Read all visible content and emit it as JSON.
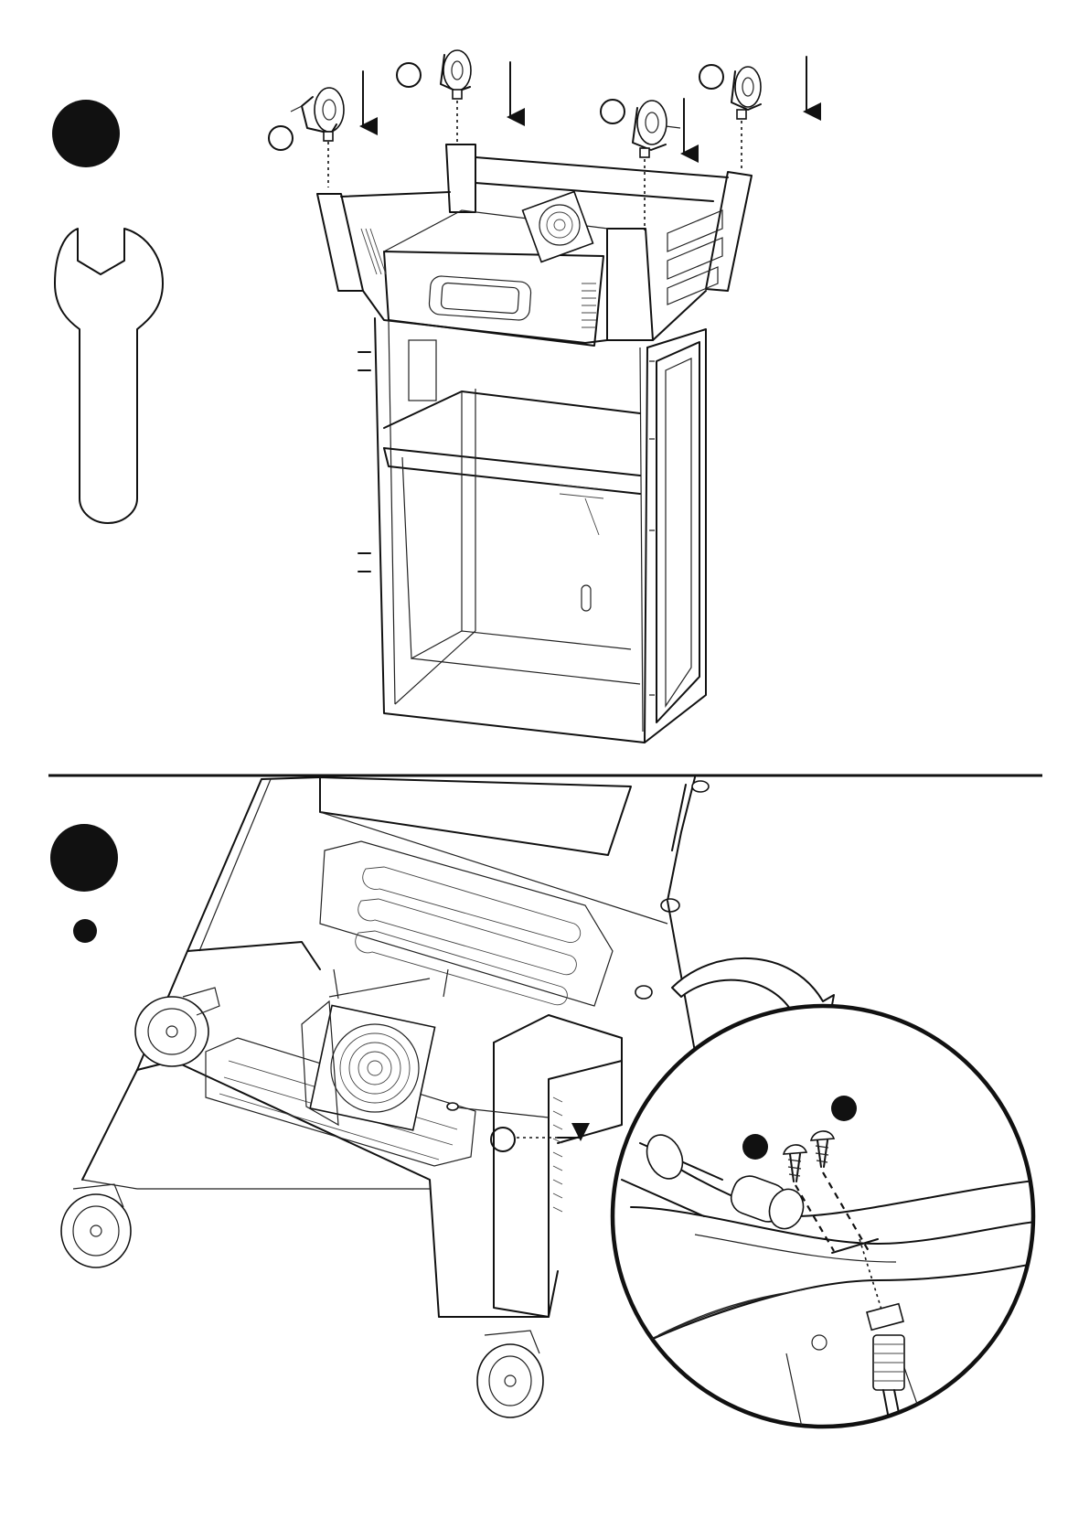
{
  "page": {
    "kind": "assembly-instructions",
    "background": "#ffffff",
    "ink": "#111111"
  },
  "step_top": {
    "step_badge": "filled-black-circle",
    "tool_icon": "wrench-icon",
    "part_markers": [
      "empty-circle",
      "empty-circle",
      "empty-circle",
      "empty-circle"
    ],
    "arrows": "down-arrow-icon"
  },
  "step_bottom": {
    "step_badge": "filled-black-circle",
    "sub_badge": "small-filled-circle",
    "part_markers": [
      "empty-circle"
    ],
    "detail_markers": [
      "small-filled-circle",
      "small-filled-circle"
    ],
    "detail_view": "magnified-circle-inset",
    "curved_arrow": "curved-arrow-icon"
  }
}
